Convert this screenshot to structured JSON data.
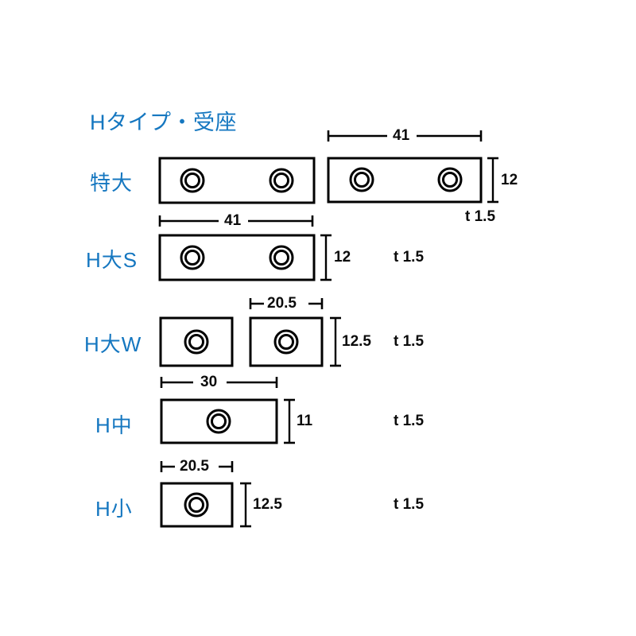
{
  "figure": {
    "title": "Hタイプ・受座",
    "title_color": "#1577c0",
    "line_color": "#000000",
    "background": "#ffffff"
  },
  "rows": [
    {
      "label": "特大",
      "plates": 2,
      "width": "41",
      "height": "12",
      "thickness": "t 1.5",
      "holes_per_plate": 2
    },
    {
      "label": "H大S",
      "plates": 1,
      "width": "41",
      "height": "12",
      "thickness": "t 1.5",
      "holes_per_plate": 2
    },
    {
      "label": "H大W",
      "plates": 2,
      "width": "20.5",
      "height": "12.5",
      "thickness": "t 1.5",
      "holes_per_plate": 1
    },
    {
      "label": "H中",
      "plates": 1,
      "width": "30",
      "height": "11",
      "thickness": "t 1.5",
      "holes_per_plate": 1
    },
    {
      "label": "H小",
      "plates": 1,
      "width": "20.5",
      "height": "12.5",
      "thickness": "t 1.5",
      "holes_per_plate": 1
    }
  ],
  "dimension_labels": {
    "tokudai_top_width": "41",
    "tokudai_right_height": "12",
    "tokudai_thickness": "t 1.5",
    "hdais_width": "41",
    "hdais_height": "12",
    "hdais_thickness": "t 1.5",
    "hdaiw_width": "20.5",
    "hdaiw_height": "12.5",
    "hdaiw_thickness": "t 1.5",
    "hchu_width": "30",
    "hchu_height": "11",
    "hchu_thickness": "t 1.5",
    "hsho_width": "20.5",
    "hsho_height": "12.5",
    "hsho_thickness": "t 1.5"
  }
}
